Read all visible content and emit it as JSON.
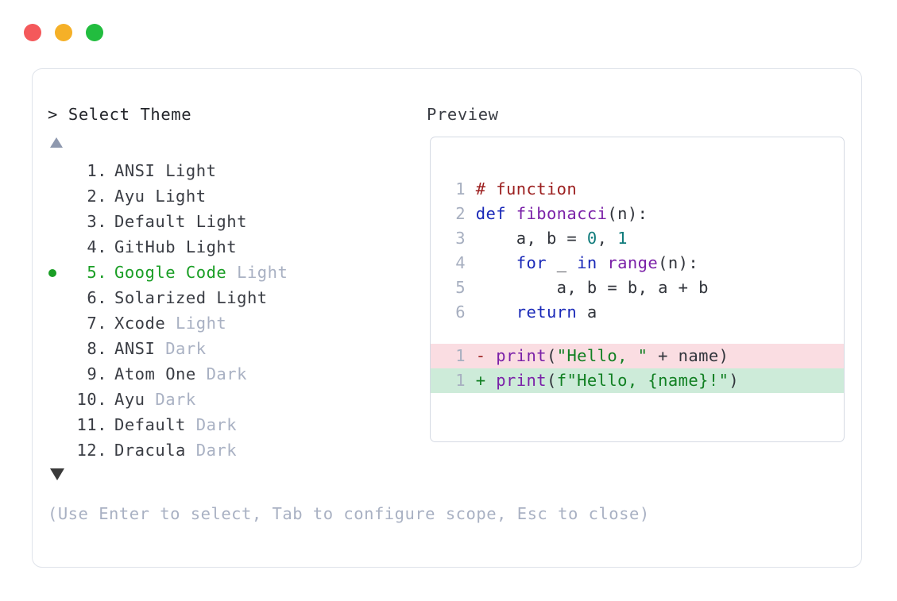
{
  "window": {
    "traffic_lights": [
      {
        "name": "close",
        "color": "#F4595B"
      },
      {
        "name": "minimize",
        "color": "#F5B027"
      },
      {
        "name": "maximize",
        "color": "#22BD3F"
      }
    ]
  },
  "panel": {
    "prompt": "> Select Theme",
    "preview_label": "Preview",
    "scroll_up_icon": "triangle-up-icon",
    "scroll_down_icon": "triangle-down-icon",
    "hint": "(Use Enter to select, Tab to configure scope, Esc to close)",
    "selected_index": 5,
    "selected_bullet_color": "#1A9E25"
  },
  "themes": [
    {
      "num": "1.",
      "name": "ANSI Light",
      "suffix": "",
      "selected": false
    },
    {
      "num": "2.",
      "name": "Ayu Light",
      "suffix": "",
      "selected": false
    },
    {
      "num": "3.",
      "name": "Default Light",
      "suffix": "",
      "selected": false
    },
    {
      "num": "4.",
      "name": "GitHub Light",
      "suffix": "",
      "selected": false
    },
    {
      "num": "5.",
      "name": "Google Code",
      "suffix": " Light",
      "selected": true
    },
    {
      "num": "6.",
      "name": "Solarized Light",
      "suffix": "",
      "selected": false
    },
    {
      "num": "7.",
      "name": "Xcode",
      "suffix": " Light",
      "selected": false
    },
    {
      "num": "8.",
      "name": "ANSI",
      "suffix": " Dark",
      "selected": false
    },
    {
      "num": "9.",
      "name": "Atom One",
      "suffix": " Dark",
      "selected": false
    },
    {
      "num": "10.",
      "name": "Ayu",
      "suffix": " Dark",
      "selected": false
    },
    {
      "num": "11.",
      "name": "Default",
      "suffix": " Dark",
      "selected": false
    },
    {
      "num": "12.",
      "name": "Dracula",
      "suffix": " Dark",
      "selected": false
    }
  ],
  "preview_code": {
    "lines": [
      {
        "ln": "1",
        "tokens": [
          {
            "t": "# function",
            "c": "comment"
          }
        ]
      },
      {
        "ln": "2",
        "tokens": [
          {
            "t": "def ",
            "c": "kw"
          },
          {
            "t": "fibonacci",
            "c": "fn"
          },
          {
            "t": "(n):",
            "c": "plain"
          }
        ]
      },
      {
        "ln": "3",
        "tokens": [
          {
            "t": "    a, b = ",
            "c": "plain"
          },
          {
            "t": "0",
            "c": "num"
          },
          {
            "t": ", ",
            "c": "plain"
          },
          {
            "t": "1",
            "c": "num"
          }
        ]
      },
      {
        "ln": "4",
        "tokens": [
          {
            "t": "    ",
            "c": "plain"
          },
          {
            "t": "for",
            "c": "kw"
          },
          {
            "t": " _ ",
            "c": "plain"
          },
          {
            "t": "in",
            "c": "kw"
          },
          {
            "t": " ",
            "c": "plain"
          },
          {
            "t": "range",
            "c": "fn"
          },
          {
            "t": "(n):",
            "c": "plain"
          }
        ]
      },
      {
        "ln": "5",
        "tokens": [
          {
            "t": "        a, b = b, a + b",
            "c": "plain"
          }
        ]
      },
      {
        "ln": "6",
        "tokens": [
          {
            "t": "    ",
            "c": "plain"
          },
          {
            "t": "return",
            "c": "kw"
          },
          {
            "t": " a",
            "c": "plain"
          }
        ]
      }
    ],
    "diff": [
      {
        "ln": "1",
        "mark": "-",
        "kind": "del",
        "tokens": [
          {
            "t": "print",
            "c": "fn"
          },
          {
            "t": "(",
            "c": "plain"
          },
          {
            "t": "\"Hello, \"",
            "c": "str"
          },
          {
            "t": " + name)",
            "c": "plain"
          }
        ]
      },
      {
        "ln": "1",
        "mark": "+",
        "kind": "add",
        "tokens": [
          {
            "t": "print",
            "c": "fn"
          },
          {
            "t": "(",
            "c": "plain"
          },
          {
            "t": "f\"Hello, {name}!\"",
            "c": "str"
          },
          {
            "t": ")",
            "c": "plain"
          }
        ]
      }
    ]
  }
}
